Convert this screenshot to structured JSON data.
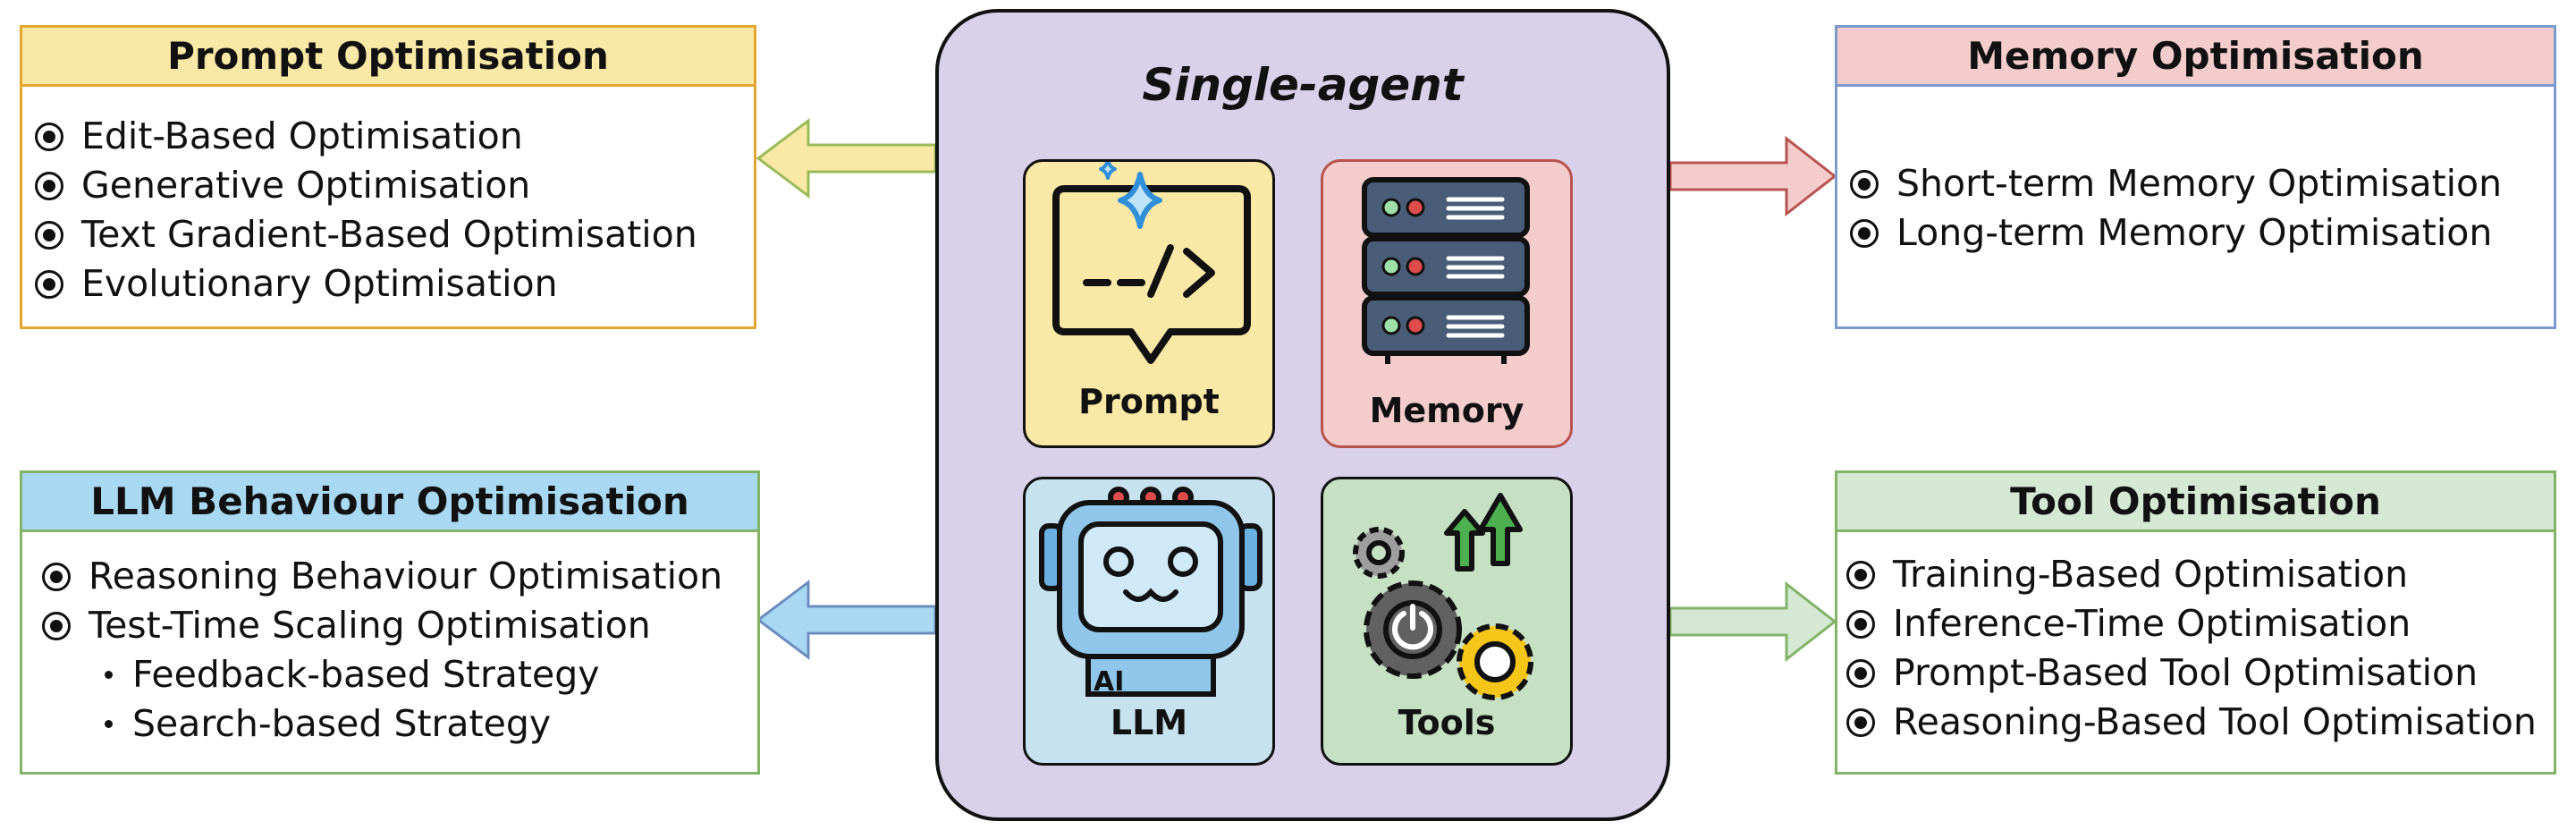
{
  "center": {
    "title": "Single-agent",
    "tiles": {
      "prompt": "Prompt",
      "memory": "Memory",
      "llm": "LLM",
      "tools": "Tools",
      "llm_chip": "AI"
    }
  },
  "panels": {
    "prompt": {
      "title": "Prompt Optimisation",
      "items": [
        "Edit-Based Optimisation",
        "Generative Optimisation",
        "Text Gradient-Based Optimisation",
        "Evolutionary Optimisation"
      ]
    },
    "memory": {
      "title": "Memory Optimisation",
      "items": [
        "Short-term Memory Optimisation",
        "Long-term Memory Optimisation"
      ]
    },
    "llm": {
      "title": "LLM Behaviour Optimisation",
      "items": [
        "Reasoning Behaviour Optimisation",
        "Test-Time Scaling Optimisation"
      ],
      "subitems": [
        "Feedback-based Strategy",
        "Search-based Strategy"
      ]
    },
    "tool": {
      "title": "Tool Optimisation",
      "items": [
        "Training-Based Optimisation",
        "Inference-Time Optimisation",
        "Prompt-Based Tool Optimisation",
        "Reasoning-Based Tool Optimisation"
      ]
    }
  },
  "colors": {
    "prompt": "#fae9a6",
    "prompt_border": "#e3a72f",
    "memory": "#f4cccc",
    "memory_border": "#b85450",
    "memory_panel_border": "#7c9bcd",
    "llm": "#a9d9f2",
    "llm_tile": "#c6e2ef",
    "llm_border": "#82b366",
    "tool": "#d5e8d4",
    "tool_tile": "#c5e0c2",
    "tool_border": "#82b366",
    "center": "#d9d0e9"
  },
  "icons": {
    "prompt": "code-bubble-sparkle-icon",
    "memory": "server-rack-icon",
    "llm": "robot-ai-icon",
    "tools": "gears-growth-arrows-icon"
  }
}
